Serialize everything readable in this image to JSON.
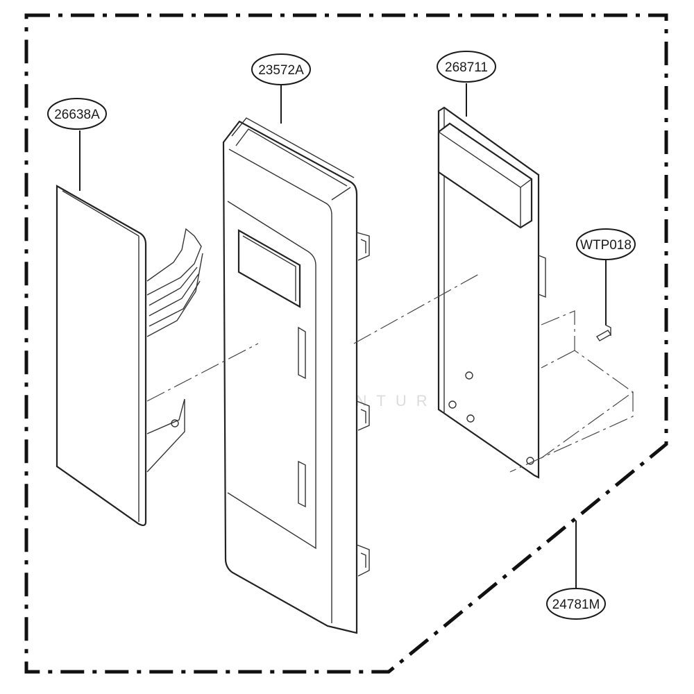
{
  "parts": {
    "keypad_film": "26638A",
    "control_panel": "23572A",
    "pcb_assembly": "268711",
    "screw": "WTP018",
    "control_panel_assembly": "24781M"
  },
  "watermark": "LEADVENTURE",
  "colors": {
    "line": "#1f1f1f",
    "background": "#ffffff",
    "watermark": "#d9d9d9"
  }
}
